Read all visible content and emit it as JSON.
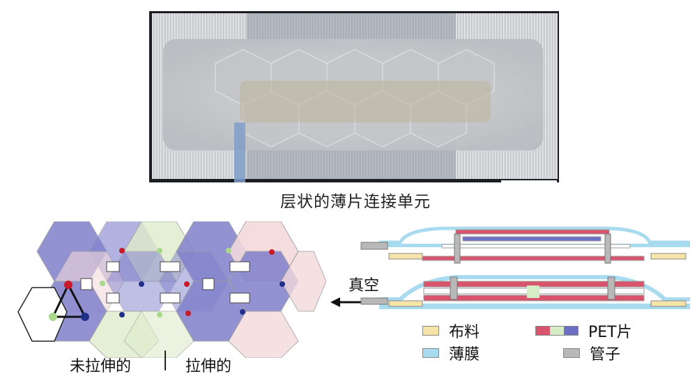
{
  "caption": "层状的薄片连接单元",
  "labels": {
    "unstretched": "未拉伸的",
    "divider": "│",
    "stretched": "拉伸的",
    "vacuum": "真空"
  },
  "legend": {
    "fabric": "布料",
    "film": "薄膜",
    "pet": "PET片",
    "tube": "管子"
  },
  "colors": {
    "fabric": "#f5e3a8",
    "film": "#a9dbf0",
    "pet_red": "#d9536d",
    "pet_green": "#d6ecc6",
    "pet_blue": "#6d6fc4",
    "tube": "#b8b8b8",
    "hex_blue": "#7f80cc",
    "hex_pink": "#f3d9dc",
    "hex_green": "#dfeccc"
  },
  "icons": {
    "arrow": "left-arrow-icon"
  }
}
